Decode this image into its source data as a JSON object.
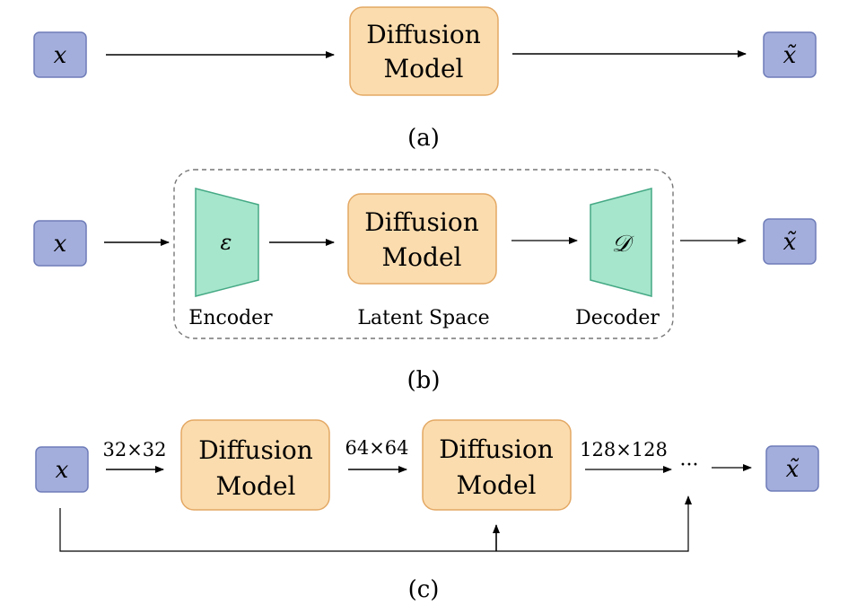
{
  "panel_a": {
    "caption": "(a)",
    "input": "x",
    "model_line1": "Diffusion",
    "model_line2": "Model",
    "output": "x̃"
  },
  "panel_b": {
    "caption": "(b)",
    "input": "x",
    "encoder_symbol": "ε",
    "encoder_label": "Encoder",
    "model_line1": "Diffusion",
    "model_line2": "Model",
    "latent_label": "Latent Space",
    "decoder_symbol": "𝒟",
    "decoder_label": "Decoder",
    "output": "x̃"
  },
  "panel_c": {
    "caption": "(c)",
    "input": "x",
    "res1": "32×32",
    "model1_line1": "Diffusion",
    "model1_line2": "Model",
    "res2": "64×64",
    "model2_line1": "Diffusion",
    "model2_line2": "Model",
    "res3": "128×128",
    "ellipsis": "···",
    "output": "x̃"
  },
  "colors": {
    "input_fill": "#a4aedc",
    "model_fill": "#fbdcae",
    "codec_fill": "#a6e6cc"
  }
}
